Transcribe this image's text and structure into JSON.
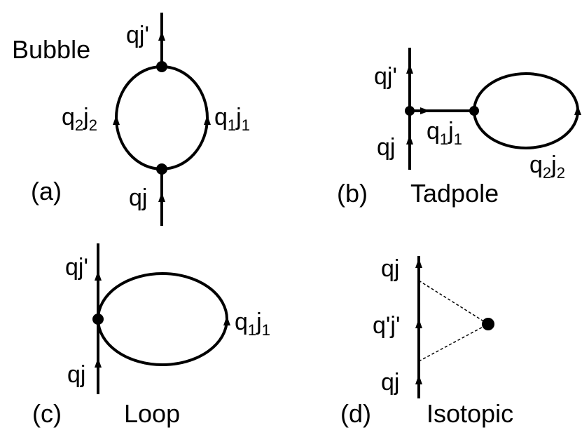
{
  "panels": {
    "a": {
      "letter": "(a)",
      "title": "Bubble",
      "top_label": "qj'",
      "bottom_label": "qj",
      "left_label": {
        "base1": "q",
        "sub1": "2",
        "base2": "j",
        "sub2": "2"
      },
      "right_label": {
        "base1": "q",
        "sub1": "1",
        "base2": "j",
        "sub2": "1"
      }
    },
    "b": {
      "letter": "(b)",
      "title": "Tadpole",
      "top_label": "qj'",
      "bottom_label": "qj",
      "stem_label": {
        "base1": "q",
        "sub1": "1",
        "base2": "j",
        "sub2": "1"
      },
      "loop_label": {
        "base1": "q",
        "sub1": "2",
        "base2": "j",
        "sub2": "2"
      }
    },
    "c": {
      "letter": "(c)",
      "title": "Loop",
      "top_label": "qj'",
      "bottom_label": "qj",
      "loop_label": {
        "base1": "q",
        "sub1": "1",
        "base2": "j",
        "sub2": "1"
      }
    },
    "d": {
      "letter": "(d)",
      "title": "Isotopic",
      "top_label": "qj",
      "middle_label": "q'j'",
      "bottom_label": "qj"
    }
  },
  "colors": {
    "ink": "#000000",
    "background": "#ffffff"
  }
}
